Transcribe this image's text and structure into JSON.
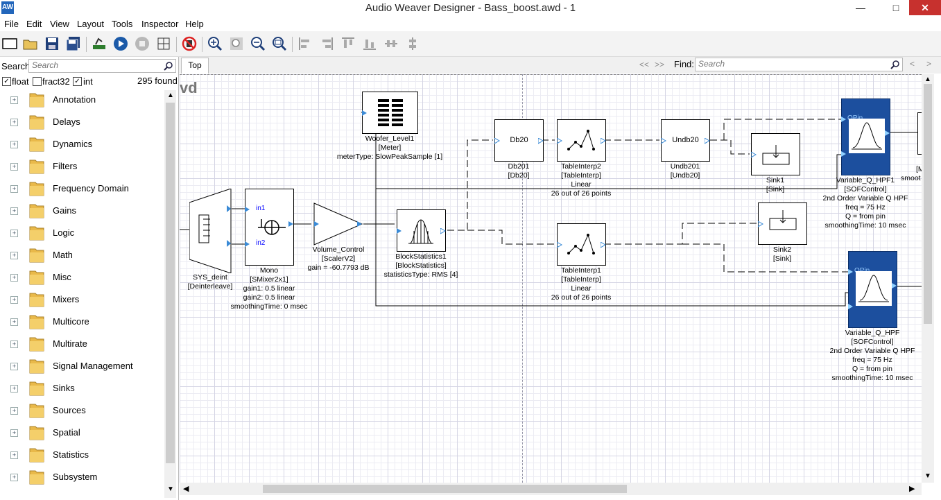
{
  "window": {
    "title": "Audio Weaver Designer - Bass_boost.awd - 1",
    "app_icon_text": "AW",
    "minimize": "—",
    "maximize": "□",
    "close": "✕"
  },
  "menu": [
    "File",
    "Edit",
    "View",
    "Layout",
    "Tools",
    "Inspector",
    "Help"
  ],
  "toolbar": {
    "icons": [
      "new-file-icon",
      "open-folder-icon",
      "save-icon",
      "save-all-icon",
      "build-icon",
      "run-icon",
      "stop-icon",
      "grid-icon",
      "no-target-icon",
      "zoom-in-icon",
      "zoom-fit-icon",
      "zoom-out-icon",
      "zoom-page-icon",
      "align-left-icon",
      "align-center-icon",
      "align-top-icon",
      "align-bottom-icon",
      "distribute-h-icon",
      "distribute-v-icon"
    ]
  },
  "left_panel": {
    "search_label": "Search:",
    "search_placeholder": "Search",
    "filters": [
      {
        "label": "float",
        "checked": true
      },
      {
        "label": "fract32",
        "checked": false
      },
      {
        "label": "int",
        "checked": true
      }
    ],
    "found_count": "295 found",
    "tree": [
      "Annotation",
      "Delays",
      "Dynamics",
      "Filters",
      "Frequency Domain",
      "Gains",
      "Logic",
      "Math",
      "Misc",
      "Mixers",
      "Multicore",
      "Multirate",
      "Signal Management",
      "Sinks",
      "Sources",
      "Spatial",
      "Statistics",
      "Subsystem"
    ]
  },
  "canvas_header": {
    "tab": "Top",
    "nav_prev": "<<",
    "nav_next": ">>",
    "find_label": "Find:",
    "find_placeholder": "Search",
    "prev": "<",
    "next": ">",
    "partial_title": "vd"
  },
  "diagram": {
    "modules": [
      {
        "id": "sys",
        "lines": [
          "SYS_deint",
          "[Deinterleave]"
        ]
      },
      {
        "id": "mono",
        "lines": [
          "Mono",
          "[SMixer2x1]",
          "gain1: 0.5 linear",
          "gain2: 0.5 linear",
          "smoothingTime: 0 msec"
        ],
        "pins": [
          "in1",
          "in2"
        ]
      },
      {
        "id": "vol",
        "lines": [
          "Volume_Control",
          "[ScalerV2]",
          "gain = -60.7793 dB"
        ]
      },
      {
        "id": "woofer",
        "lines": [
          "Woofer_Level1",
          "[Meter]",
          "meterType: SlowPeakSample [1]"
        ]
      },
      {
        "id": "bstat",
        "lines": [
          "BlockStatistics1",
          "[BlockStatistics]",
          "statisticsType: RMS [4]"
        ]
      },
      {
        "id": "db20",
        "label": "Db20",
        "lines": [
          "Db201",
          "[Db20]"
        ]
      },
      {
        "id": "ti2",
        "lines": [
          "TableInterp2",
          "[TableInterp]",
          "Linear",
          "26 out of 26 points"
        ]
      },
      {
        "id": "undb",
        "label": "Undb20",
        "lines": [
          "Undb201",
          "[Undb20]"
        ]
      },
      {
        "id": "sink1",
        "lines": [
          "Sink1",
          "[Sink]"
        ]
      },
      {
        "id": "hpf1",
        "pin": "QPin",
        "lines": [
          "Variable_Q_HPF1",
          "[SOFControl]",
          "2nd Order Variable Q HPF",
          "freq = 75 Hz",
          "Q = from pin",
          "smoothingTime: 10 msec"
        ]
      },
      {
        "id": "ti1",
        "lines": [
          "TableInterp1",
          "[TableInterp]",
          "Linear",
          "26 out of 26 points"
        ]
      },
      {
        "id": "sink2",
        "lines": [
          "Sink2",
          "[Sink]"
        ]
      },
      {
        "id": "hpf",
        "pin": "QPin",
        "lines": [
          "Variable_Q_HPF",
          "[SOFControl]",
          "2nd Order Variable Q HPF",
          "freq = 75 Hz",
          "Q = from pin",
          "smoothingTime: 10 msec"
        ]
      },
      {
        "id": "partial",
        "lines": [
          "[M",
          "smoot"
        ]
      }
    ]
  }
}
